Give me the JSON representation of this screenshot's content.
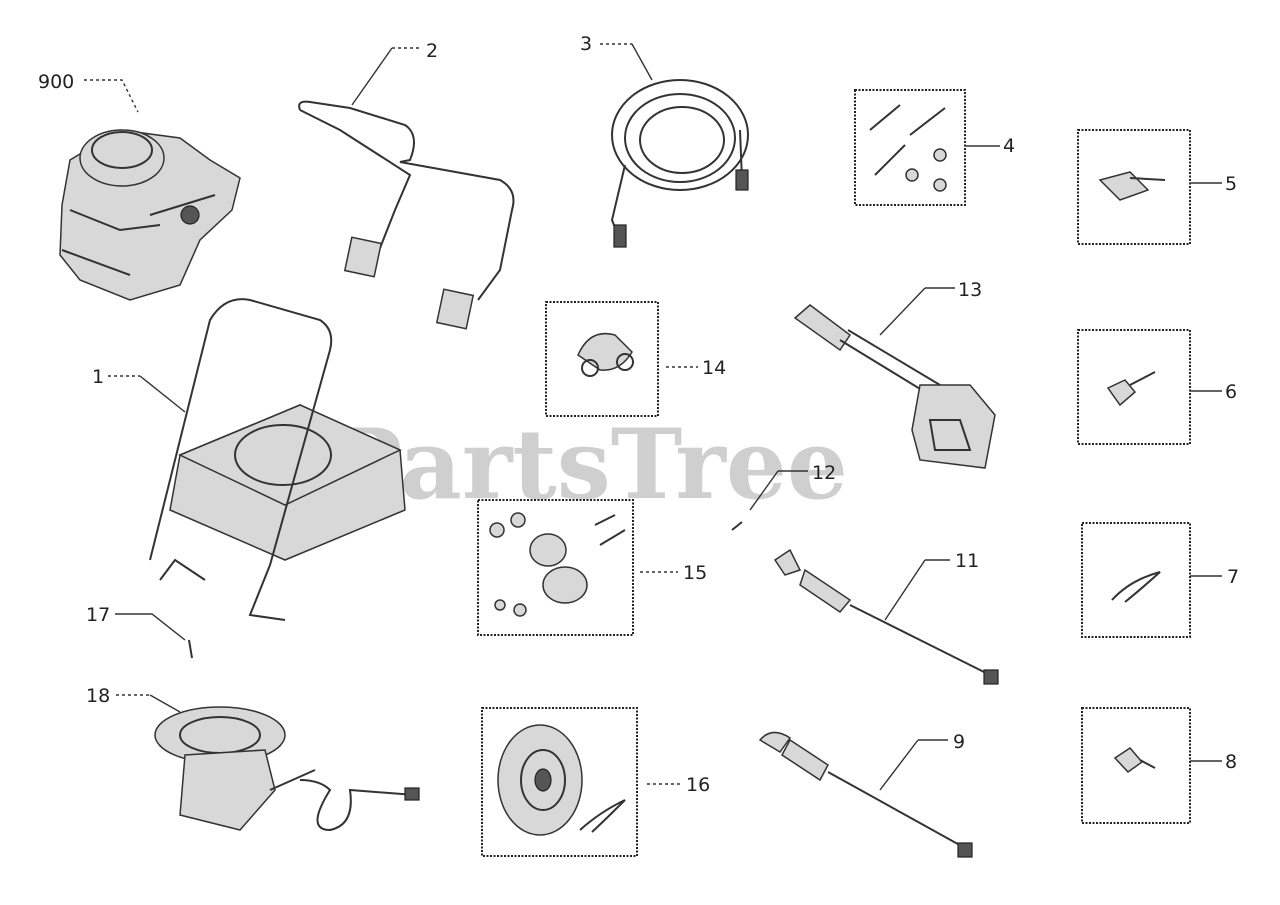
{
  "watermark": "PartsTree",
  "callouts": {
    "p900": "900",
    "p1": "1",
    "p2": "2",
    "p3": "3",
    "p4": "4",
    "p5": "5",
    "p6": "6",
    "p7": "7",
    "p8": "8",
    "p9": "9",
    "p11": "11",
    "p12": "12",
    "p13": "13",
    "p14": "14",
    "p15": "15",
    "p16": "16",
    "p17": "17",
    "p18": "18"
  }
}
